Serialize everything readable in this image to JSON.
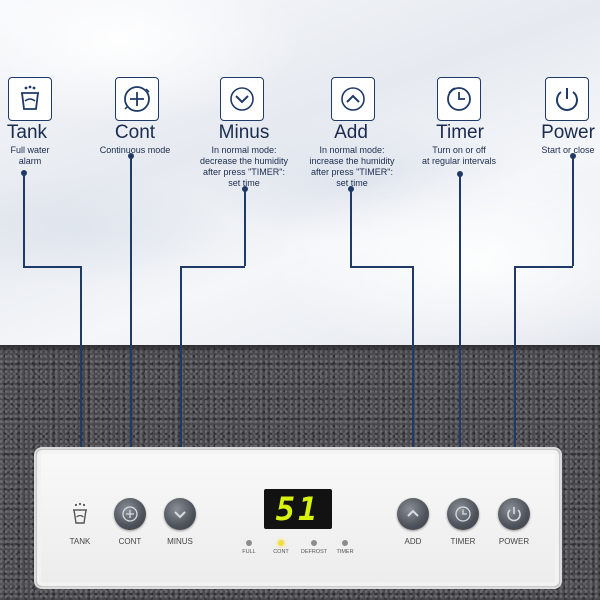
{
  "features": [
    {
      "key": "tank",
      "icon": "water-cup-icon",
      "title": "Tank",
      "desc": "Full water\nalarm"
    },
    {
      "key": "cont",
      "icon": "plus-circle-icon",
      "title": "Cont",
      "desc": "Continuous mode"
    },
    {
      "key": "minus",
      "icon": "chevron-down-icon",
      "title": "Minus",
      "desc": "In normal mode:\ndecrease the humidity\nafter press \"TIMER\":\nset  time"
    },
    {
      "key": "add",
      "icon": "chevron-up-icon",
      "title": "Add",
      "desc": "In normal mode:\nincrease the humidity\nafter press \"TIMER\":\nset  time"
    },
    {
      "key": "timer",
      "icon": "timer-icon",
      "title": "Timer",
      "desc": "Turn on or off\nat regular intervals"
    },
    {
      "key": "power",
      "icon": "power-icon",
      "title": "Power",
      "desc": "Start or close"
    }
  ],
  "panel": {
    "display_value": "51",
    "buttons": {
      "tank": "TANK",
      "cont": "CONT",
      "minus": "MINUS",
      "add": "ADD",
      "timer": "TIMER",
      "power": "POWER"
    },
    "indicators": [
      "FULL",
      "CONT",
      "DEFROST",
      "TIMER"
    ],
    "active_indicator": "CONT"
  },
  "colors": {
    "accent": "#1f3a66",
    "display_text": "#d8f20c",
    "active_led": "#f4dc3a"
  }
}
